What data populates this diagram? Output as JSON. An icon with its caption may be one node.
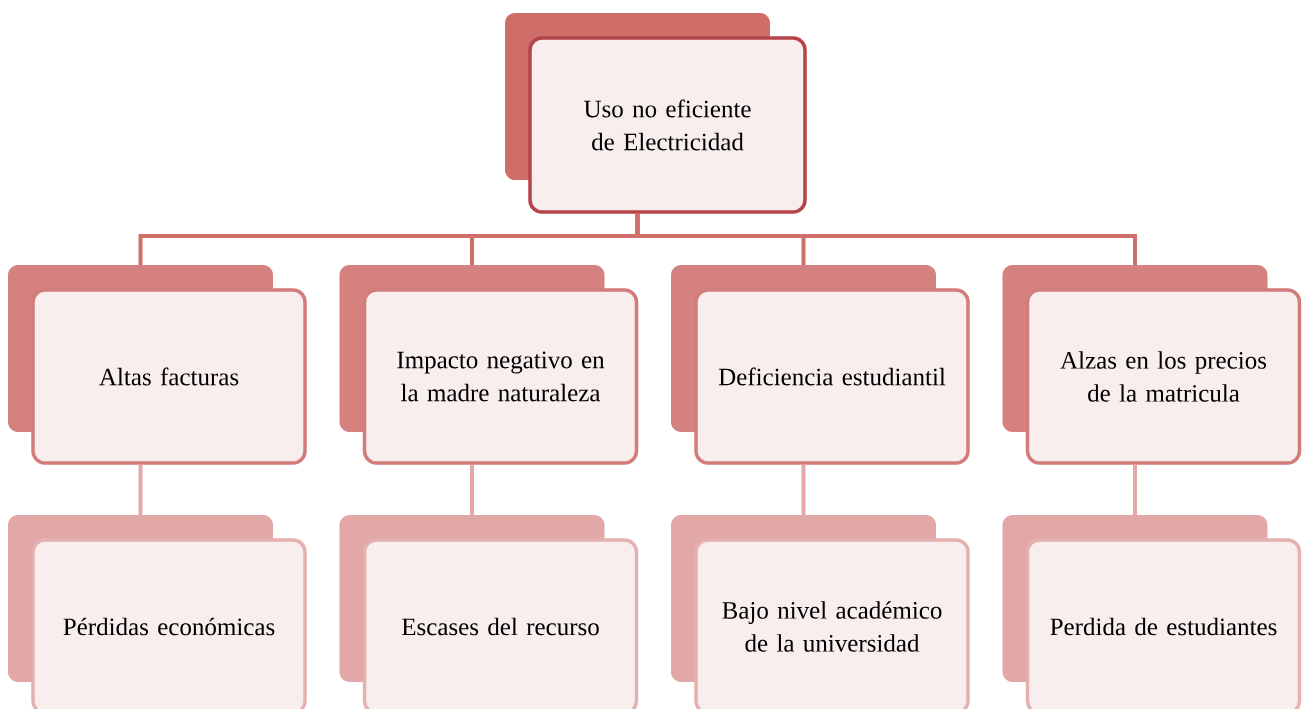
{
  "diagram": {
    "nodes": [
      {
        "text": [
          "Uso no eficiente de Electricidad"
        ]
      },
      {
        "text": [
          "Altas facturas"
        ]
      },
      {
        "text": [
          "Impacto negativo en la madre naturaleza"
        ]
      },
      {
        "text": [
          "Deficiencia estudiantil"
        ]
      },
      {
        "text": [
          "Alzas en los precios de la matricula"
        ]
      },
      {
        "text": [
          "Pérdidas económicas"
        ]
      },
      {
        "text": [
          "Escases del recurso"
        ]
      },
      {
        "text": [
          "Bajo nivel académico de la universidad"
        ]
      },
      {
        "text": [
          "Perdida de estudiantes"
        ]
      }
    ],
    "edges": [
      {
        "from": 0,
        "to": 1,
        "arrow": "none"
      },
      {
        "from": 0,
        "to": 2,
        "arrow": "none"
      },
      {
        "from": 0,
        "to": 3,
        "arrow": "none"
      },
      {
        "from": 0,
        "to": 4,
        "arrow": "none"
      },
      {
        "from": 1,
        "to": 5,
        "arrow": "none",
        "color": "#e3a9a9"
      },
      {
        "from": 2,
        "to": 6,
        "arrow": "none",
        "color": "#e3a9a9"
      },
      {
        "from": 3,
        "to": 7,
        "arrow": "none",
        "color": "#e3a9a9"
      },
      {
        "from": 4,
        "to": 8,
        "arrow": "none",
        "color": "#e3a9a9"
      }
    ]
  }
}
